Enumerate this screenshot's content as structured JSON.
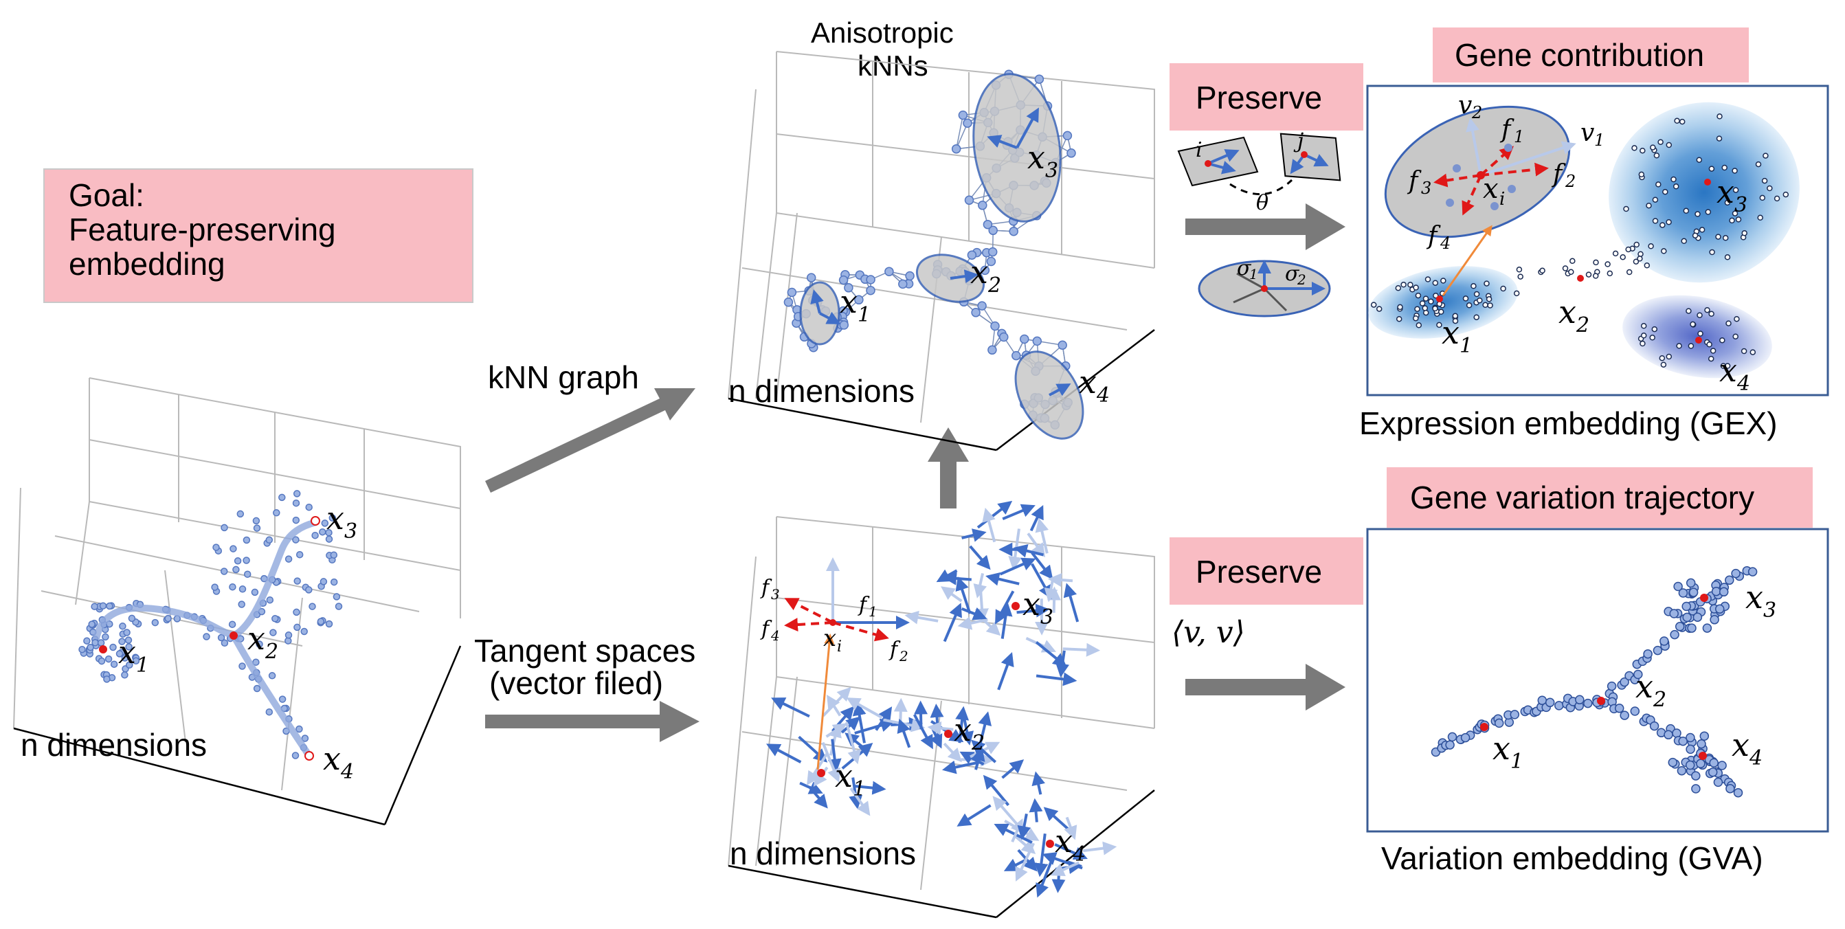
{
  "goal_box": {
    "line1": "Goal:",
    "line2": "Feature-preserving",
    "line3": "embedding"
  },
  "arrows": {
    "knn_graph": "kNN graph",
    "tangent_line1": "Tangent spaces",
    "tangent_line2": "(vector filed)"
  },
  "panels": {
    "left_dims": "n dimensions",
    "knn_title_line1": "Anisotropic",
    "knn_title_line2": "kNNs",
    "knn_dims": "n dimensions",
    "tangent_dims": "n dimensions"
  },
  "preserve": {
    "top": "Preserve",
    "bottom": "Preserve"
  },
  "theta": "θ",
  "sigma1": "σ",
  "sigma2": "σ",
  "inner_product": "⟨v, v⟩",
  "right": {
    "gene_contribution": "Gene contribution",
    "expression_embedding": "Expression embedding (GEX)",
    "gene_variation": "Gene variation trajectory",
    "variation_embedding": "Variation embedding (GVA)"
  },
  "point_labels": {
    "x": "x",
    "sub1": "1",
    "sub2": "2",
    "sub3": "3",
    "sub4": "4",
    "i": "i",
    "j": "j",
    "f": "f",
    "v": "v"
  },
  "colors": {
    "pink": "#f9bcc3",
    "arrow_grey": "#7a7a7a",
    "blue": "#3f6ec8",
    "red": "#e01818",
    "orange": "#f08a3a"
  }
}
